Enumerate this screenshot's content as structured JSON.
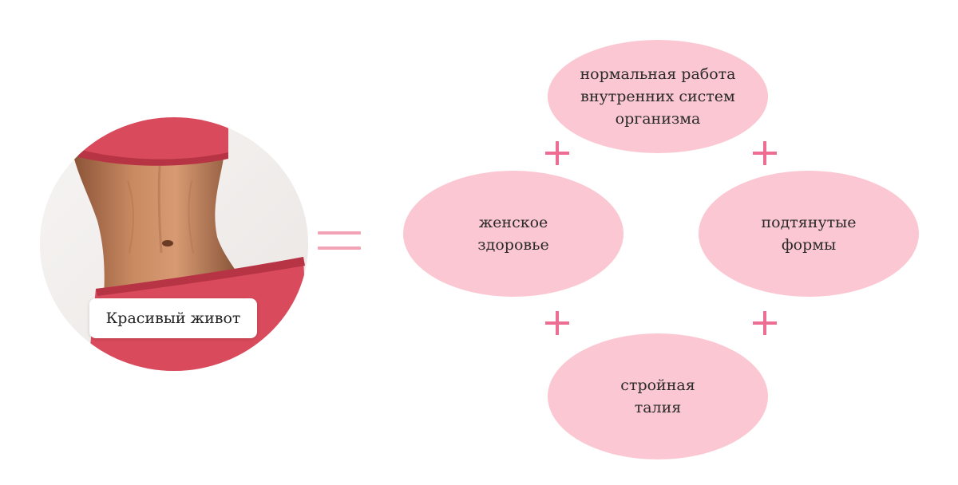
{
  "caption": "Красивый живот",
  "colors": {
    "ellipse_fill": "#fbc7d2",
    "plus_color": "#ee6e93",
    "equals_color": "#f2a3b5",
    "clothing_red": "#d94a5c"
  },
  "nodes": {
    "top": "нормальная работа\nвнутренних систем\nорганизма",
    "left": "женское\nздоровье",
    "right": "подтянутые\nформы",
    "bottom": "стройная\nталия"
  },
  "operators": {
    "equals": "=",
    "plus": "+"
  }
}
